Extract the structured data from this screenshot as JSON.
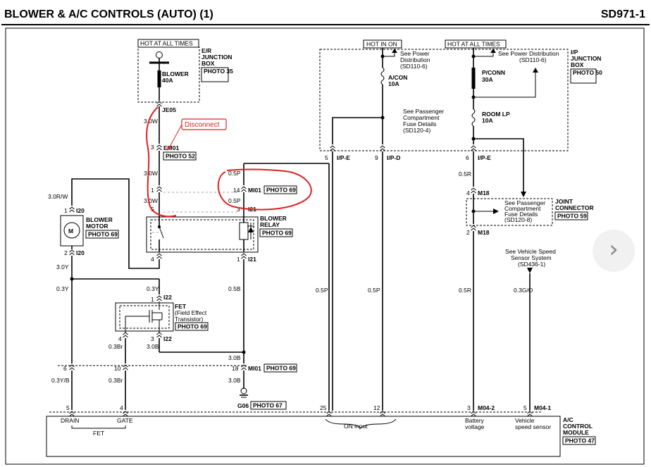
{
  "header": {
    "title": "BLOWER & A/C CONTROLS (AUTO) (1)",
    "code": "SD971-1"
  },
  "colors": {
    "markup": "#e02020",
    "nav_button_bg": "#f1f1f1"
  },
  "nav": {
    "next_icon": "chevron-right-icon",
    "glyph": "›"
  },
  "annotation": {
    "label": "Disconnect"
  },
  "labels": {
    "hot_at_all_times": "HOT AT ALL TIMES",
    "hot_in_on": "HOT IN ON",
    "er_junction_box": [
      "E/R",
      "JUNCTION",
      "BOX"
    ],
    "photo_35": "PHOTO 35",
    "blower_fuse": [
      "BLOWER",
      "40A"
    ],
    "je05": "JE05",
    "w30": "3.0W",
    "em01": "EM01",
    "photo_52": "PHOTO 52",
    "mi01": "MI01",
    "photo_69": "PHOTO 69",
    "p05": "0.5P",
    "blower_relay": [
      "BLOWER",
      "RELAY"
    ],
    "i21": "I21",
    "w30rw": "3.0R/W",
    "i20": "I20",
    "blower_motor": [
      "BLOWER",
      "MOTOR"
    ],
    "y30": "3.0Y",
    "y03": "0.3Y",
    "i22": "I22",
    "fet": [
      "FET",
      "(Field Effect",
      "Transistor)"
    ],
    "br03": "0.3Br",
    "b30": "3.0B",
    "b05": "0.5B",
    "yb03": "0.3Y/B",
    "g06": "G06",
    "photo_67": "PHOTO 67",
    "see_power_dist": [
      "See Power",
      "Distribution",
      "(SD110-6)"
    ],
    "see_power_dist_right": [
      "See Power Distribution",
      "(SD110-6)"
    ],
    "acon_fuse": [
      "A/CON",
      "10A"
    ],
    "pconn_fuse": [
      "P/CONN",
      "30A"
    ],
    "roomlp_fuse": [
      "ROOM LP",
      "10A"
    ],
    "see_passenger": [
      "See Passenger",
      "Compartment",
      "Fuse Details",
      "(SD120-4)"
    ],
    "see_passenger_joint": [
      "See Passenger",
      "Compartment",
      "Fuse Details",
      "(SD120-8)"
    ],
    "ip_junction_box": [
      "I/P",
      "JUNCTION",
      "BOX"
    ],
    "photo_50": "PHOTO 50",
    "ipe": "I/P-E",
    "ipd": "I/P-D",
    "r05": "0.5R",
    "m18": "M18",
    "joint_connector": [
      "JOINT",
      "CONNECTOR"
    ],
    "photo_59": "PHOTO 59",
    "see_vss": [
      "See Vehicle Speed",
      "Sensor System",
      "(SD436-1)"
    ],
    "go03": "0.3G/O",
    "m042": "M04-2",
    "m041": "M04-1",
    "drain": "DRAIN",
    "gate": "GATE",
    "fet_short": "FET",
    "on_input": "ON input",
    "battery_voltage": [
      "Battery",
      "voltage"
    ],
    "vehicle_speed_sensor": [
      "Vehicle",
      "speed sensor"
    ],
    "ac_control_module": [
      "A/C",
      "CONTROL",
      "MODULE"
    ],
    "photo_47": "PHOTO 47",
    "m": "M"
  },
  "pins": {
    "p3": "3",
    "p1": "1",
    "p5": "5",
    "p14": "14",
    "p2": "2",
    "p4": "4",
    "p6": "6",
    "p9": "9",
    "p10": "10",
    "p18": "18",
    "p25": "25",
    "p12": "12"
  }
}
